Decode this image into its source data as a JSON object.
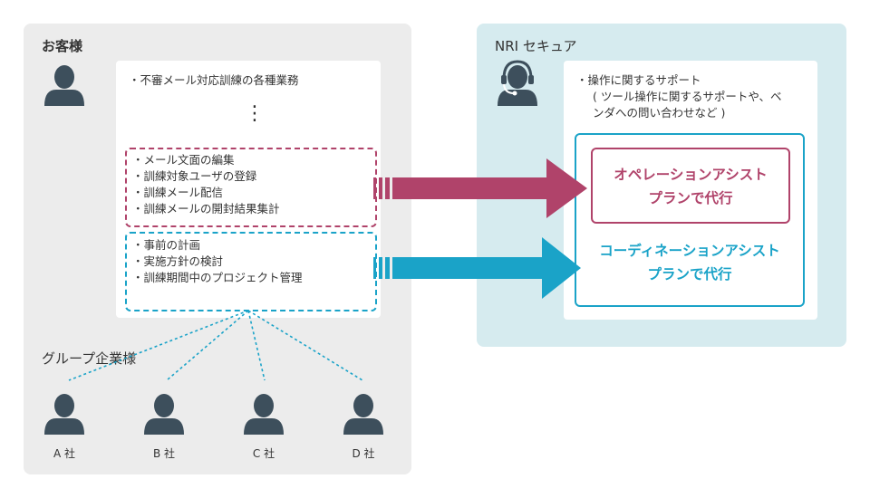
{
  "customer": {
    "title": "お客様",
    "tasks_intro": "不審メール対応訓練の各種業務",
    "ellipsis": "⋮",
    "operation_tasks": [
      "メール文面の編集",
      "訓練対象ユーザの登録",
      "訓練メール配信",
      "訓練メールの開封結果集計"
    ],
    "coordination_tasks": [
      "事前の計画",
      "実施方針の検討",
      "訓練期間中のプロジェクト管理"
    ]
  },
  "group": {
    "title": "グループ企業様",
    "companies": [
      "A 社",
      "B 社",
      "C 社",
      "D 社"
    ]
  },
  "nri": {
    "title": "NRI セキュア",
    "support_line1": "操作に関するサポート",
    "support_line2": "( ツール操作に関するサポートや、ベ",
    "support_line3": "ンダへの問い合わせなど )",
    "operation_plan_line1": "オペレーションアシスト",
    "operation_plan_line2": "プランで代行",
    "coordination_plan_line1": "コーディネーションアシスト",
    "coordination_plan_line2": "プランで代行"
  },
  "colors": {
    "operation": "#b0436a",
    "coordination": "#1aa3c8",
    "person": "#3d4f5c",
    "customer_bg": "#ececec",
    "nri_bg": "#d6ebef"
  },
  "icons": {
    "person": "person-icon",
    "support": "headset-operator-icon"
  }
}
